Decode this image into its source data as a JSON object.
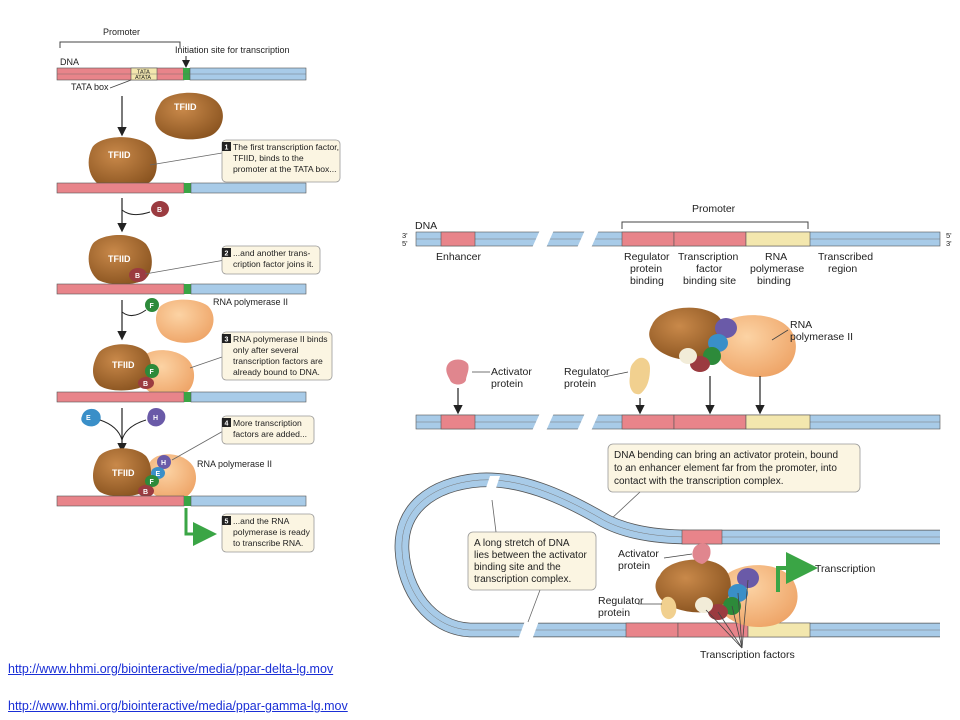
{
  "left_panel": {
    "promoter_label": "Promoter",
    "initiation_label": "Initiation site for transcription",
    "dna_label": "DNA",
    "tata_seq_top": "TATA",
    "tata_seq_bottom": "ATATA",
    "tata_box_label": "TATA box",
    "tfiid_label": "TFIID",
    "factor_b": "B",
    "factor_f": "F",
    "factor_e": "E",
    "factor_h": "H",
    "rna_pol_label_1": "RNA polymerase II",
    "rna_pol_label_2": "RNA polymerase II",
    "steps": [
      {
        "num": "1",
        "lines": [
          "The first transcription factor,",
          "TFIID, binds to the",
          "promoter at the TATA box..."
        ]
      },
      {
        "num": "2",
        "lines": [
          "...and another trans-",
          "cription factor joins it."
        ]
      },
      {
        "num": "3",
        "lines": [
          "RNA polymerase II binds",
          "only after several",
          "transcription factors are",
          "already bound to DNA."
        ]
      },
      {
        "num": "4",
        "lines": [
          "More transcription",
          "factors are added..."
        ]
      },
      {
        "num": "5",
        "lines": [
          "...and the RNA",
          "polymerase is ready",
          "to transcribe RNA."
        ]
      }
    ]
  },
  "right_panel": {
    "dna_label": "DNA",
    "end_3_left": "3'",
    "end_5_left": "5'",
    "end_5_right": "5'",
    "end_3_right": "3'",
    "promoter_label": "Promoter",
    "region_labels": [
      {
        "id": "enhancer",
        "lines": [
          "Enhancer"
        ]
      },
      {
        "id": "regulator",
        "lines": [
          "Regulator",
          "protein",
          "binding"
        ]
      },
      {
        "id": "tf-site",
        "lines": [
          "Transcription",
          "factor",
          "binding site"
        ]
      },
      {
        "id": "pol-binding",
        "lines": [
          "RNA",
          "polymerase",
          "binding"
        ]
      },
      {
        "id": "transcribed",
        "lines": [
          "Transcribed",
          "region"
        ]
      }
    ],
    "rna_pol_lines": [
      "RNA",
      "polymerase II"
    ],
    "activator_lines": [
      "Activator",
      "protein"
    ],
    "regulator_lines": [
      "Regulator",
      "protein"
    ],
    "callout_bending": [
      "DNA bending can bring an activator protein, bound",
      "to an enhancer element far from the promoter, into",
      "contact with the transcription complex."
    ],
    "callout_stretch": [
      "A long stretch of DNA",
      "lies between the activator",
      "binding site and the",
      "transcription complex."
    ],
    "activator_lines_2": [
      "Activator",
      "protein"
    ],
    "regulator_lines_2": [
      "Regulator",
      "protein"
    ],
    "transcription_label": "Transcription",
    "tf_label": "Transcription factors"
  },
  "links": [
    "http://www.hhmi.org/biointeractive/media/ppar-delta-lg.mov",
    "http://www.hhmi.org/biointeractive/media/ppar-gamma-lg.mov"
  ],
  "colors": {
    "dna_blue": "#a8cbe8",
    "dna_red": "#e8848a",
    "tata_yellow": "#f3e7ae",
    "init_green": "#3aa545",
    "tfiid_brown": "#a86a2c",
    "pol_peach": "#f2b47a",
    "callout_bg": "#fbf5e2",
    "arrow_green": "#3aa545"
  }
}
